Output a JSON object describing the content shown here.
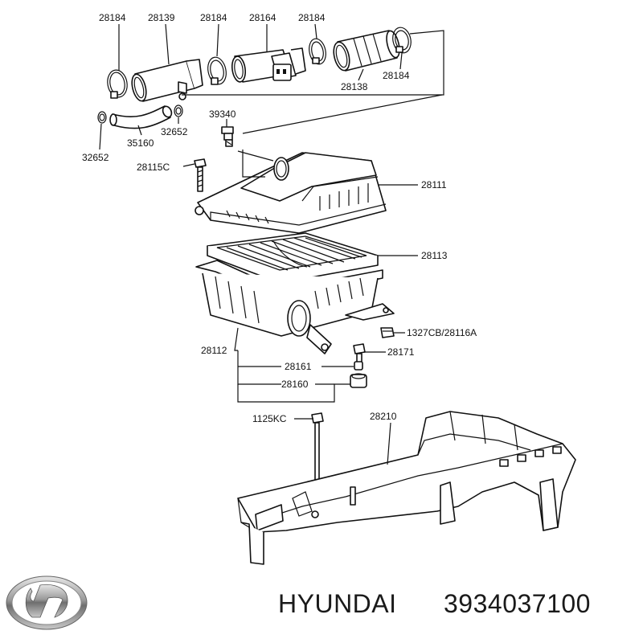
{
  "labels": {
    "l28184a": "28184",
    "l28139": "28139",
    "l28184b": "28184",
    "l28164": "28164",
    "l28184c": "28184",
    "l28138": "28138",
    "l28184d": "28184",
    "l32652a": "32652",
    "l35160": "35160",
    "l32652b": "32652",
    "l39340": "39340",
    "l28115c": "28115C",
    "l28111": "28111",
    "l28113": "28113",
    "l1327cb": "1327CB/28116A",
    "l28112": "28112",
    "l28171": "28171",
    "l28161": "28161",
    "l28160": "28160",
    "l1125kc": "1125KC",
    "l28210": "28210"
  },
  "brand": {
    "name": "HYUNDAI",
    "part_number": "3934037100"
  }
}
